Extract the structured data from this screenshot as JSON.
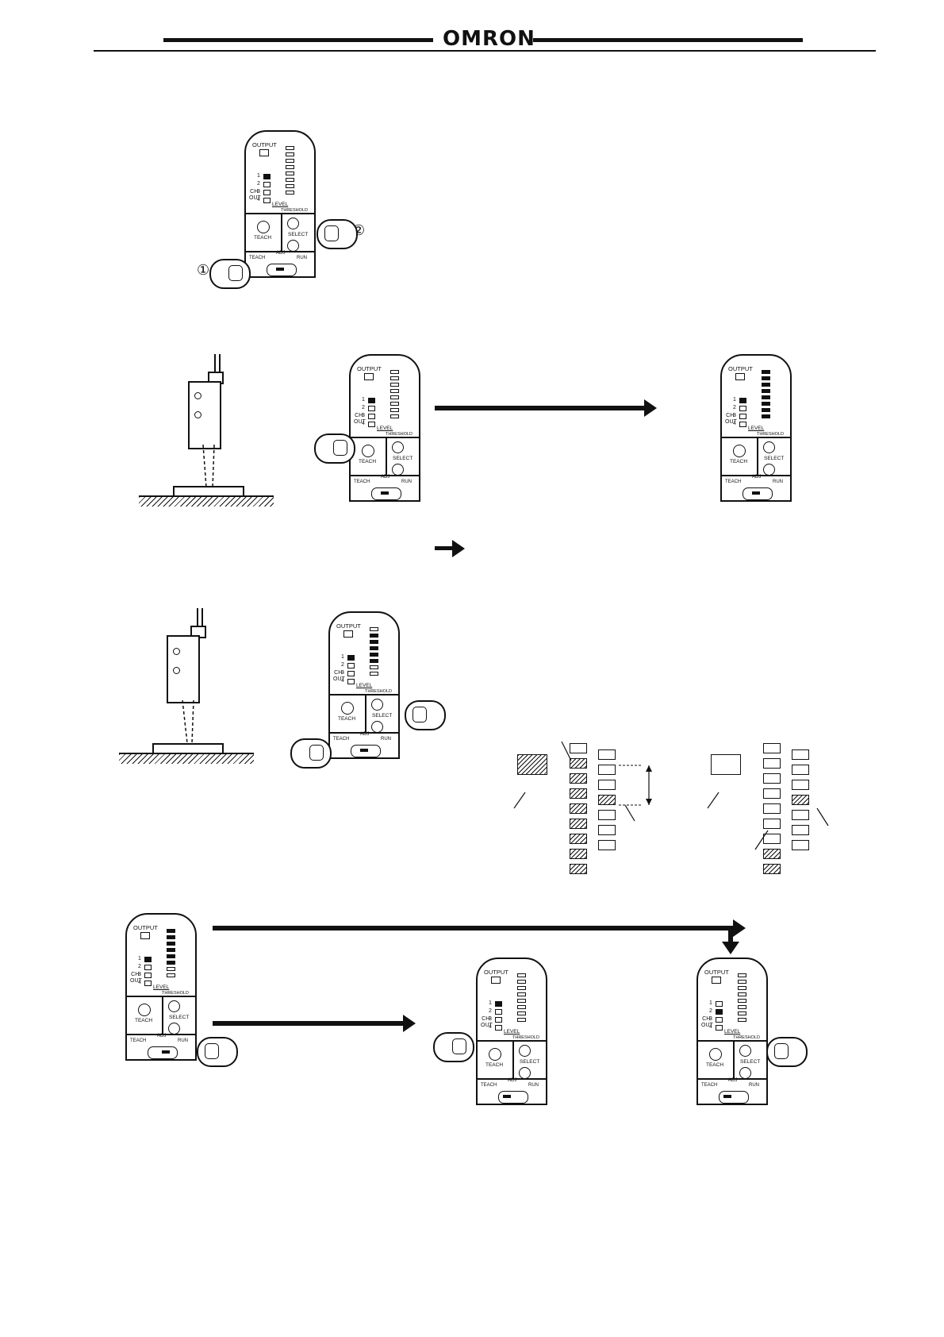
{
  "header": {
    "logo": "OMRON"
  },
  "panel_labels": {
    "output": "OUTPUT",
    "ch_out": "CH-\nOUT",
    "level": "LEVEL",
    "threshold": "THRESHOLD",
    "teach": "TEACH",
    "select": "SELECT",
    "teach_sw": "TEACH",
    "adj": "ADJ",
    "run": "RUN",
    "channels": [
      "1",
      "2",
      "3",
      "4"
    ]
  },
  "step_markers": {
    "first": "①",
    "second": "②"
  }
}
